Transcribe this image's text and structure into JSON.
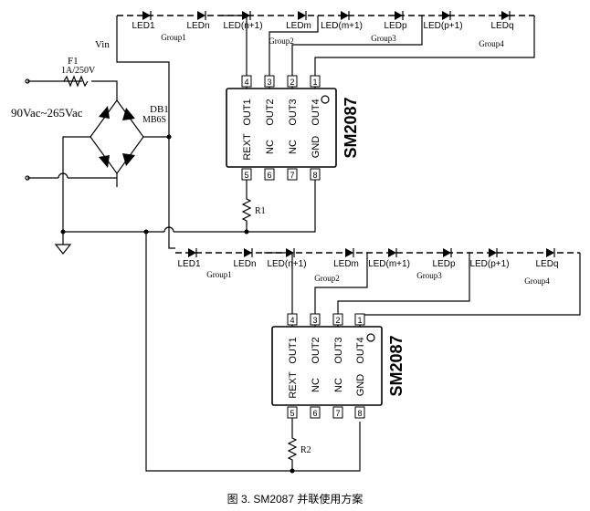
{
  "power": {
    "vin_label": "Vin",
    "fuse_label": "F1",
    "fuse_rating": "1A/250V",
    "ac_input": "90Vac~265Vac",
    "bridge_label": "DB1",
    "bridge_part": "MB6S"
  },
  "circuits": [
    {
      "chip_name": "SM2087",
      "top_pins": [
        {
          "num": "4",
          "name": "OUT1"
        },
        {
          "num": "3",
          "name": "OUT2"
        },
        {
          "num": "2",
          "name": "OUT3"
        },
        {
          "num": "1",
          "name": "OUT4"
        }
      ],
      "bottom_pins": [
        {
          "num": "5",
          "name": "REXT"
        },
        {
          "num": "6",
          "name": "NC"
        },
        {
          "num": "7",
          "name": "NC"
        },
        {
          "num": "8",
          "name": "GND"
        }
      ],
      "resistor": "R1",
      "leds": [
        "LED1",
        "LEDn",
        "LED(n+1)",
        "LEDm",
        "LED(m+1)",
        "LEDp",
        "LED(p+1)",
        "LEDq"
      ],
      "groups": [
        "Group1",
        "Group2",
        "Group3",
        "Group4"
      ]
    },
    {
      "chip_name": "SM2087",
      "top_pins": [
        {
          "num": "4",
          "name": "OUT1"
        },
        {
          "num": "3",
          "name": "OUT2"
        },
        {
          "num": "2",
          "name": "OUT3"
        },
        {
          "num": "1",
          "name": "OUT4"
        }
      ],
      "bottom_pins": [
        {
          "num": "5",
          "name": "REXT"
        },
        {
          "num": "6",
          "name": "NC"
        },
        {
          "num": "7",
          "name": "NC"
        },
        {
          "num": "8",
          "name": "GND"
        }
      ],
      "resistor": "R2",
      "leds": [
        "LED1",
        "LEDn",
        "LED(n+1)",
        "LEDm",
        "LED(m+1)",
        "LEDp",
        "LED(p+1)",
        "LEDq"
      ],
      "groups": [
        "Group1",
        "Group2",
        "Group3",
        "Group4"
      ]
    }
  ],
  "caption": "图 3. SM2087 并联使用方案"
}
